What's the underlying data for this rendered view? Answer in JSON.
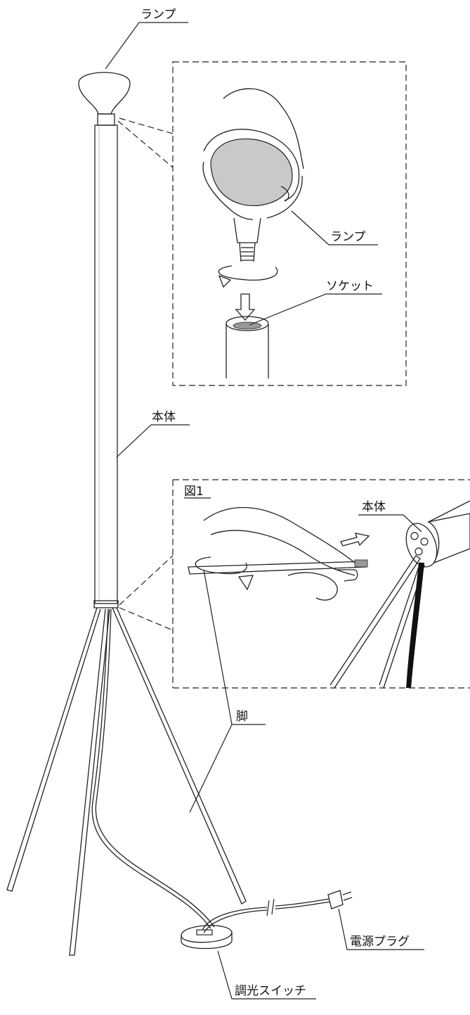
{
  "labels": {
    "lamp_top": "ランプ",
    "lamp_detail": "ランプ",
    "socket": "ソケット",
    "body_main": "本体",
    "fig1": "図1",
    "body_detail": "本体",
    "legs": "脚",
    "power_plug": "電源プラグ",
    "dimmer_switch": "調光スイッチ"
  }
}
